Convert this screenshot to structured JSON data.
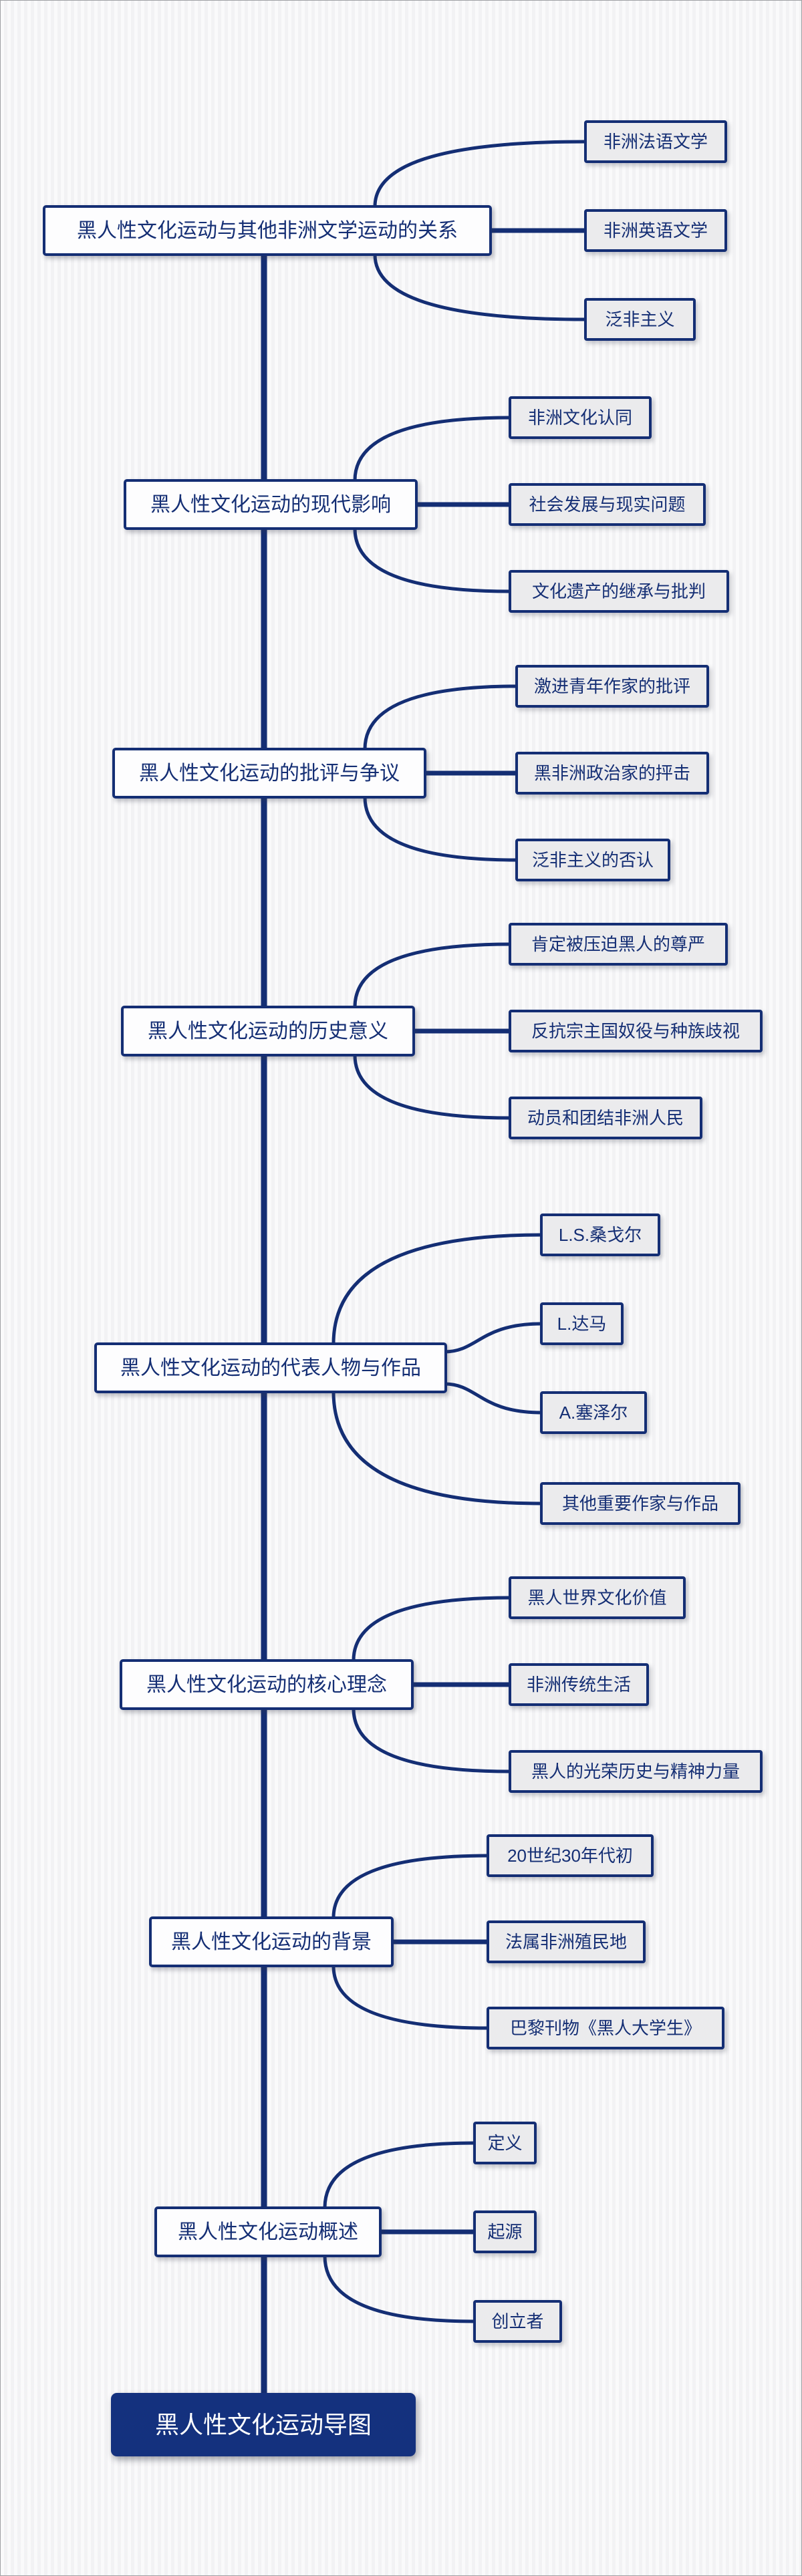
{
  "title": "黑人性文化运动导图",
  "root": {
    "label": "黑人性文化运动导图"
  },
  "branches": [
    {
      "topic": "黑人性文化运动与其他非洲文学运动的关系",
      "children": [
        {
          "label": "非洲法语文学"
        },
        {
          "label": "非洲英语文学"
        },
        {
          "label": "泛非主义"
        }
      ]
    },
    {
      "topic": "黑人性文化运动的现代影响",
      "children": [
        {
          "label": "非洲文化认同"
        },
        {
          "label": "社会发展与现实问题"
        },
        {
          "label": "文化遗产的继承与批判"
        }
      ]
    },
    {
      "topic": "黑人性文化运动的批评与争议",
      "children": [
        {
          "label": "激进青年作家的批评"
        },
        {
          "label": "黑非洲政治家的抨击"
        },
        {
          "label": "泛非主义的否认"
        }
      ]
    },
    {
      "topic": "黑人性文化运动的历史意义",
      "children": [
        {
          "label": "肯定被压迫黑人的尊严"
        },
        {
          "label": "反抗宗主国奴役与种族歧视"
        },
        {
          "label": "动员和团结非洲人民"
        }
      ]
    },
    {
      "topic": "黑人性文化运动的代表人物与作品",
      "children": [
        {
          "label": "L.S.桑戈尔"
        },
        {
          "label": "L.达马"
        },
        {
          "label": "A.塞泽尔"
        },
        {
          "label": "其他重要作家与作品"
        }
      ]
    },
    {
      "topic": "黑人性文化运动的核心理念",
      "children": [
        {
          "label": "黑人世界文化价值"
        },
        {
          "label": "非洲传统生活"
        },
        {
          "label": "黑人的光荣历史与精神力量"
        }
      ]
    },
    {
      "topic": "黑人性文化运动的背景",
      "children": [
        {
          "label": "20世纪30年代初"
        },
        {
          "label": "法属非洲殖民地"
        },
        {
          "label": "巴黎刊物《黑人大学生》"
        }
      ]
    },
    {
      "topic": "黑人性文化运动概述",
      "children": [
        {
          "label": "定义"
        },
        {
          "label": "起源"
        },
        {
          "label": "创立者"
        }
      ]
    }
  ],
  "colors": {
    "navy": "#142e74",
    "node_fill": "#ebebed",
    "main_fill": "#fdfdfe",
    "root_fill": "#14317e",
    "stripe_a": "#fafafb",
    "stripe_b": "#f2f2f4",
    "page_border": "#9fa0a4"
  }
}
